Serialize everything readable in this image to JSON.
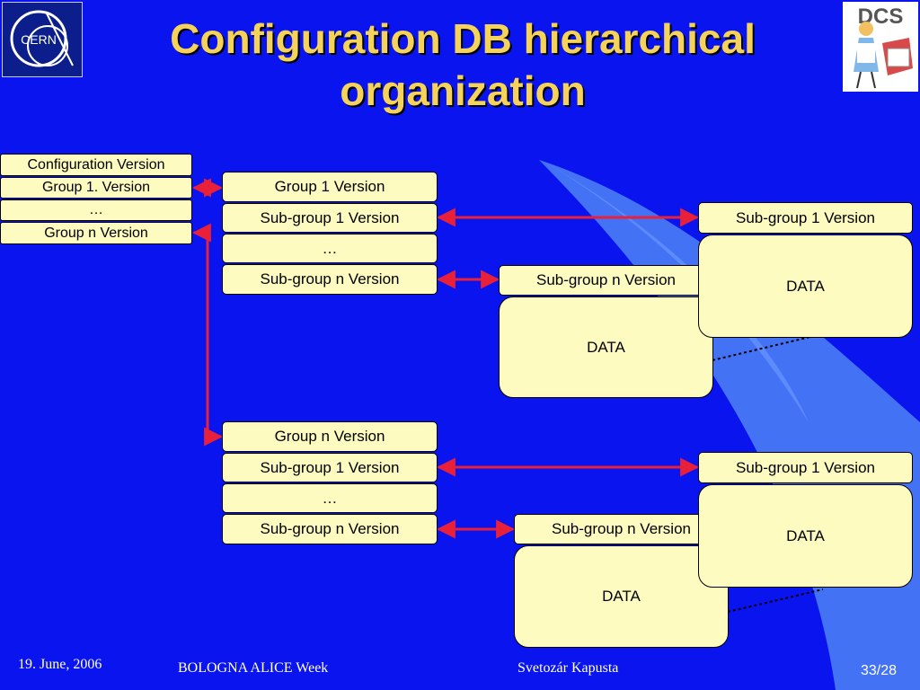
{
  "title": {
    "line1": "Configuration DB hierarchical",
    "line2": "organization"
  },
  "logos": {
    "cern_text": "CERN",
    "dcs_text": "DCS"
  },
  "config_column": {
    "header": "Configuration Version",
    "items": [
      "Group 1. Version",
      "…",
      "Group n Version"
    ]
  },
  "group1": {
    "header": "Group 1  Version",
    "items": [
      "Sub-group 1 Version",
      "…",
      "Sub-group n Version"
    ],
    "subgroup_n_target": "Sub-group n Version",
    "subgroup_n_data": "DATA",
    "subgroup_1_target": "Sub-group 1 Version",
    "subgroup_1_data": "DATA"
  },
  "groupn": {
    "header": "Group n Version",
    "items": [
      "Sub-group 1 Version",
      "…",
      "Sub-group n Version"
    ],
    "subgroup_n_target": "Sub-group n Version",
    "subgroup_n_data": "DATA",
    "subgroup_1_target": "Sub-group 1 Version",
    "subgroup_1_data": "DATA"
  },
  "colors": {
    "background": "#0a14ee",
    "title": "#f5d35a",
    "box_fill": "#fdfbbf",
    "arrow": "#e8203a"
  },
  "footer": {
    "date": "19. June, 2006",
    "event": "BOLOGNA ALICE Week",
    "author": "Svetozár Kapusta",
    "page": "33/28"
  }
}
